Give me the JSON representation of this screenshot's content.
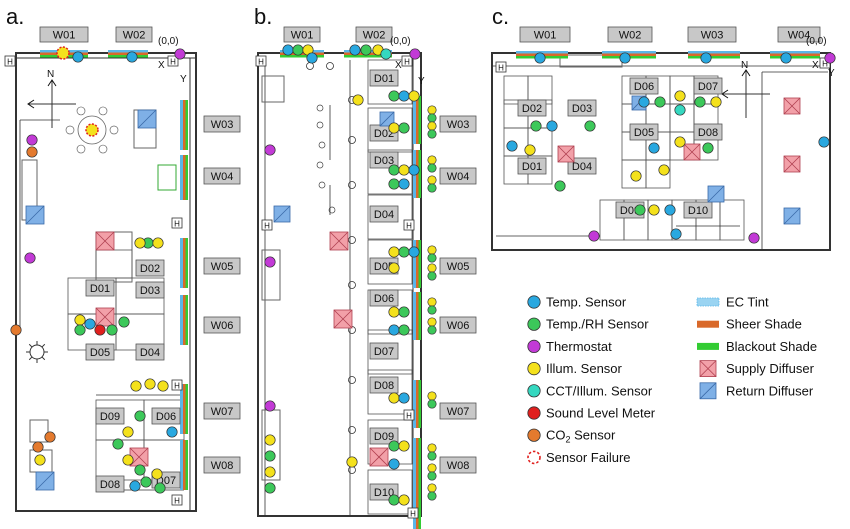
{
  "panels": {
    "a": {
      "label": "a.",
      "windows": [
        "W01",
        "W02",
        "W03",
        "W04",
        "W05",
        "W06",
        "W07",
        "W08"
      ],
      "desks": [
        "D01",
        "D02",
        "D03",
        "D04",
        "D05",
        "D06",
        "D07",
        "D08",
        "D09"
      ],
      "origin": "(0,0)",
      "axis_x": "X",
      "axis_y": "Y",
      "north": "N"
    },
    "b": {
      "label": "b.",
      "windows": [
        "W01",
        "W02",
        "W03",
        "W04",
        "W05",
        "W06",
        "W07",
        "W08"
      ],
      "desks": [
        "D01",
        "D02",
        "D03",
        "D04",
        "D05",
        "D06",
        "D07",
        "D08",
        "D09",
        "D10"
      ],
      "origin": "(0,0)",
      "axis_x": "X",
      "axis_y": "Y"
    },
    "c": {
      "label": "c.",
      "windows": [
        "W01",
        "W02",
        "W03",
        "W04"
      ],
      "desks": [
        "D01",
        "D02",
        "D03",
        "D04",
        "D05",
        "D06",
        "D07",
        "D08",
        "D09",
        "D10"
      ],
      "origin": "(0,0)",
      "axis_x": "X",
      "axis_y": "Y",
      "north": "N"
    }
  },
  "legend": {
    "col1": [
      {
        "label": "Temp. Sensor",
        "symbol": "circle",
        "color": "#29a8e0"
      },
      {
        "label": "Temp./RH Sensor",
        "symbol": "circle",
        "color": "#3cc85a"
      },
      {
        "label": "Thermostat",
        "symbol": "circle",
        "color": "#c23ad6"
      },
      {
        "label": "Illum. Sensor",
        "symbol": "circle",
        "color": "#f4e11c"
      },
      {
        "label": "CCT/Illum. Sensor",
        "symbol": "circle",
        "color": "#35d8c0"
      },
      {
        "label": "Sound Level Meter",
        "symbol": "circle",
        "color": "#e0201e"
      },
      {
        "label": "CO",
        "sub": "2",
        "suffix": " Sensor",
        "symbol": "circle",
        "color": "#e47a2e"
      },
      {
        "label": "Sensor Failure",
        "symbol": "dashed-circle",
        "color": "#e0201e"
      }
    ],
    "col2": [
      {
        "label": "EC Tint",
        "symbol": "hatch",
        "color": "#5ab6e8"
      },
      {
        "label": "Sheer Shade",
        "symbol": "bar",
        "color": "#d9692a"
      },
      {
        "label": "Blackout Shade",
        "symbol": "bar",
        "color": "#33cc33"
      },
      {
        "label": "Supply Diffuser",
        "symbol": "supply",
        "color": "#f2a0a8"
      },
      {
        "label": "Return Diffuser",
        "symbol": "return",
        "color": "#7fb0e6"
      }
    ]
  },
  "colors": {
    "temp": "#29a8e0",
    "rh": "#3cc85a",
    "thermo": "#c23ad6",
    "illum": "#f4e11c",
    "cct": "#35d8c0",
    "sound": "#e0201e",
    "co2": "#e47a2e",
    "tag_bg": "#c8c8c8"
  }
}
